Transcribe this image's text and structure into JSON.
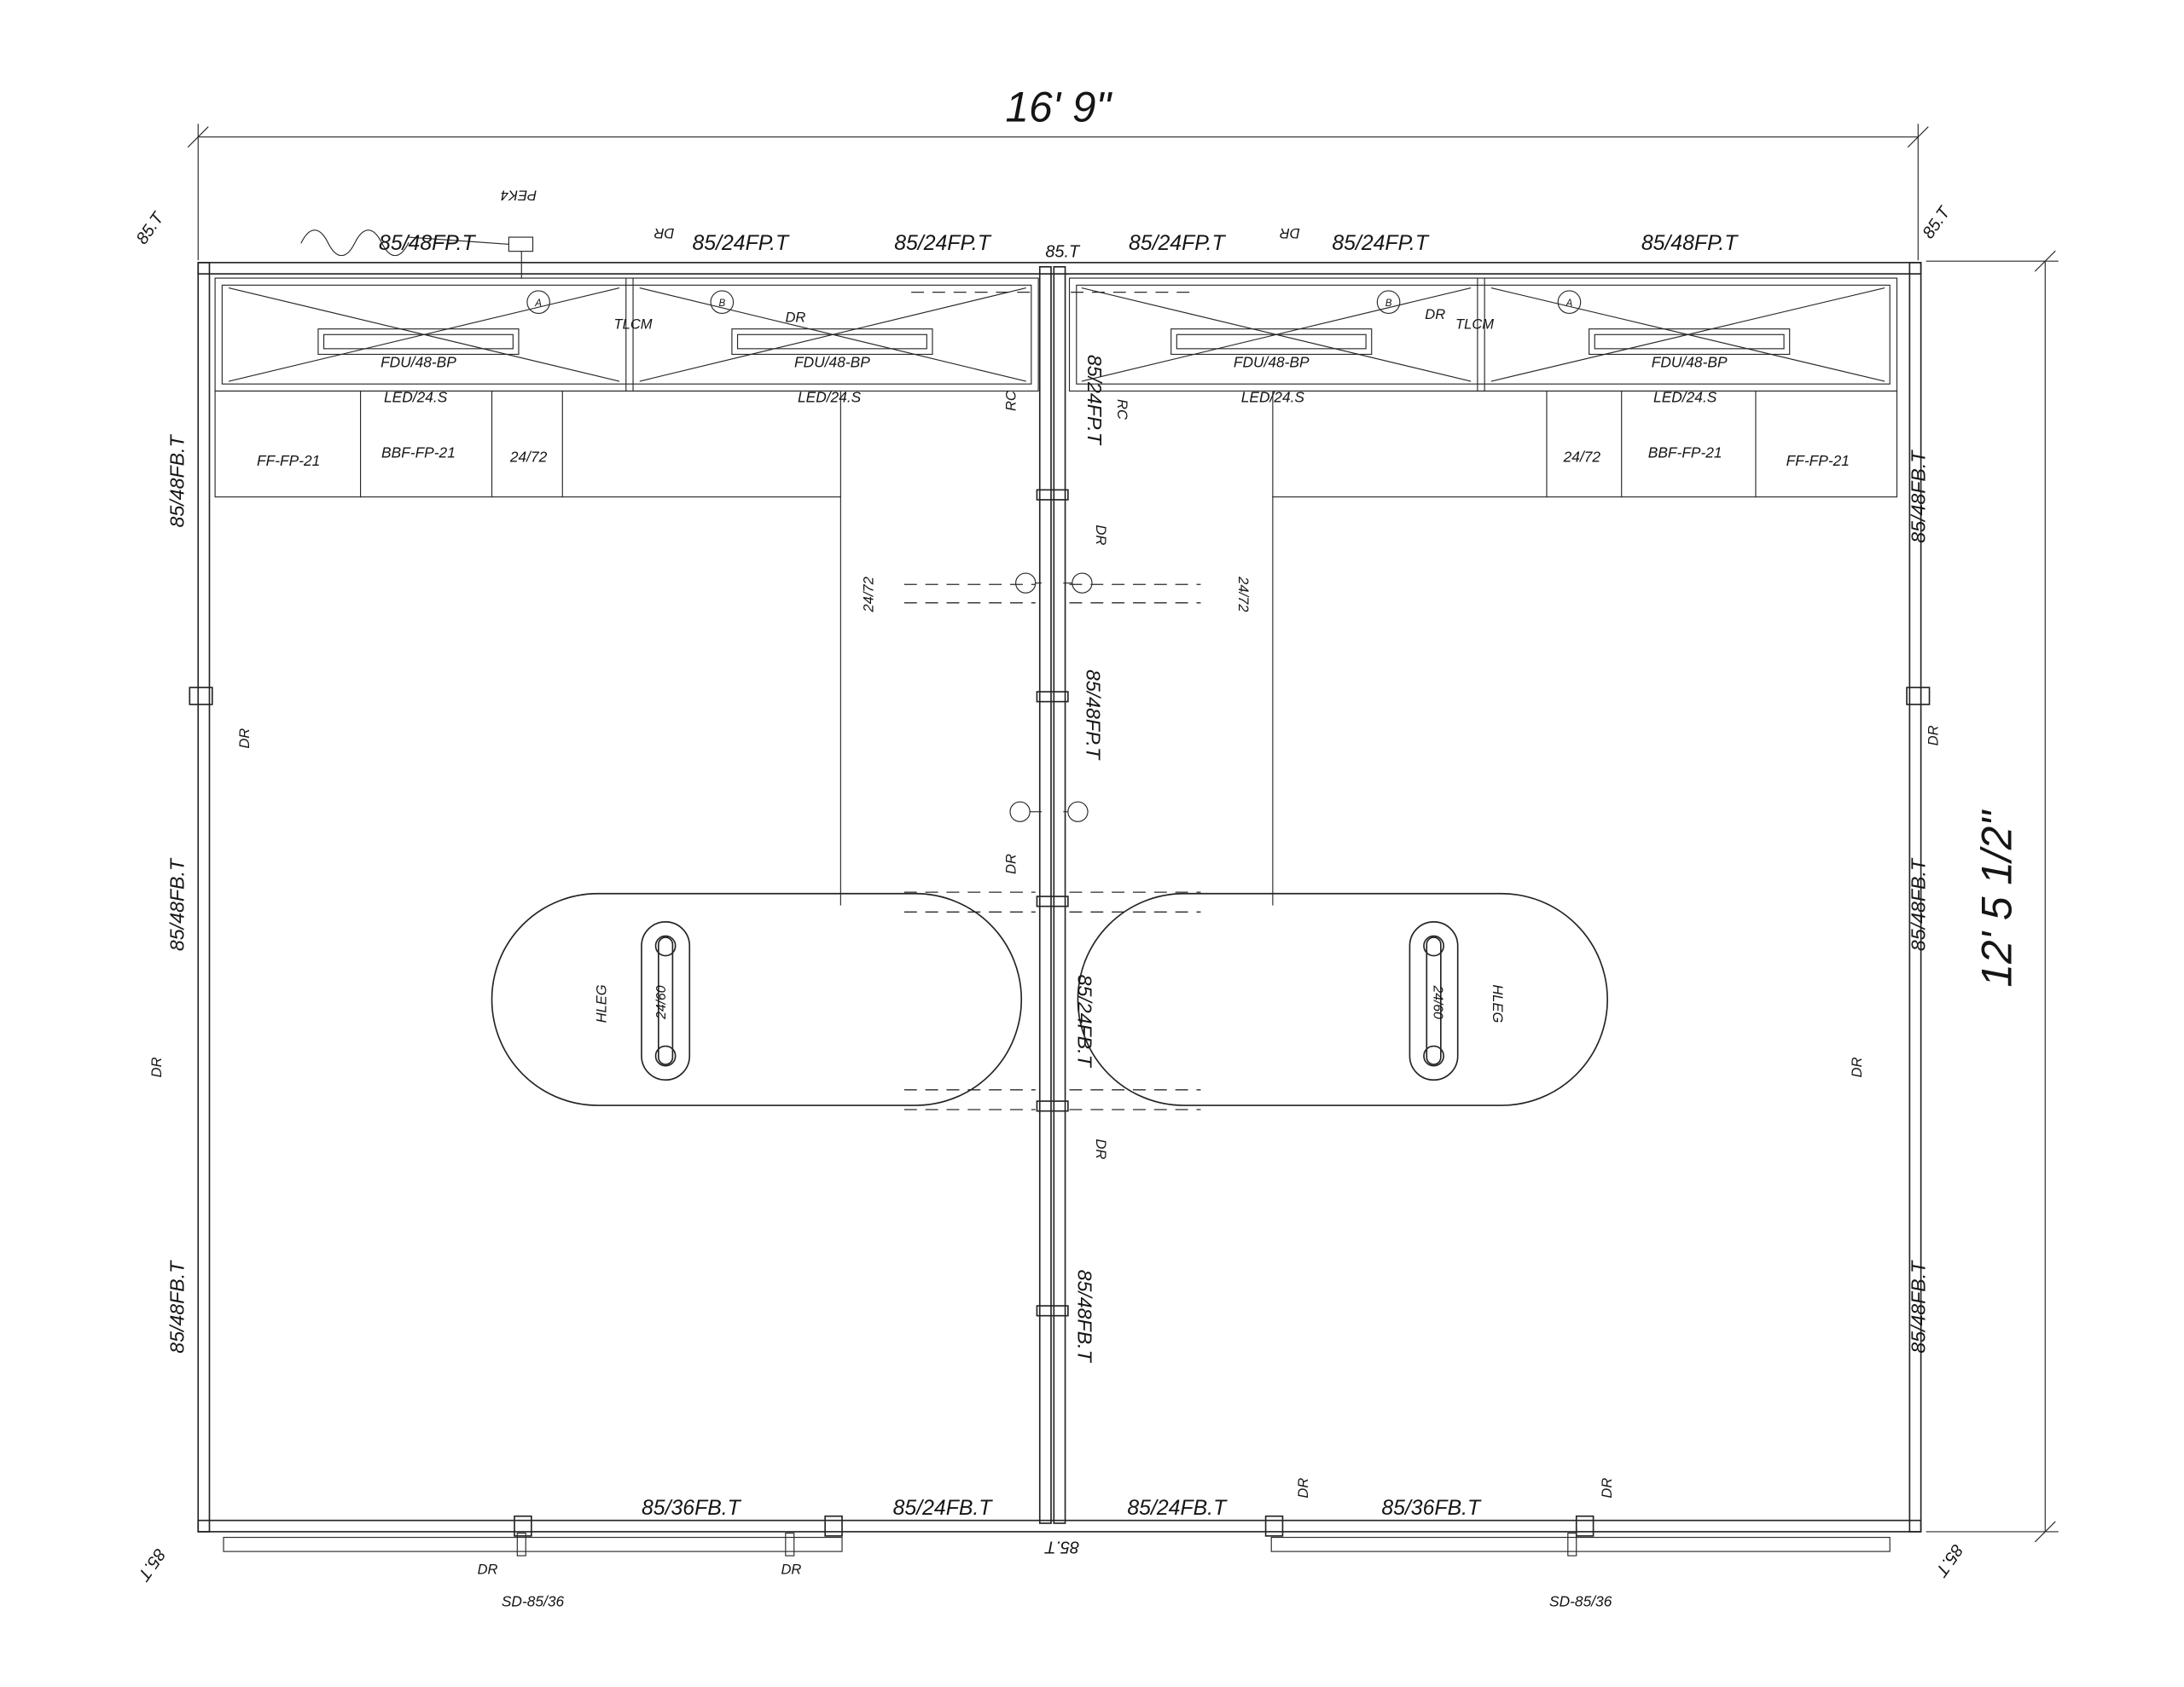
{
  "dimensions": {
    "width": "16' 9\"",
    "height": "12' 5 1/2\""
  },
  "labels": {
    "panel_48fp": "85/48FP.T",
    "panel_24fp": "85/24FP.T",
    "panel_85t": "85.T",
    "panel_48fb": "85/48FB.T",
    "panel_24fb": "85/24FB.T",
    "panel_36fb": "85/36FB.T",
    "overhead_unit": "FDU/48-BP",
    "task_light": "LED/24.S",
    "pedestal_ff": "FF-FP-21",
    "pedestal_bbf": "BBF-FP-21",
    "worksurface_2472": "24/72",
    "worksurface_2460": "24/60",
    "tlcm": "TLCM",
    "dr": "DR",
    "rc": "RC",
    "pek4": "PEK4",
    "hleg": "HLEG",
    "skirt_sd": "SD-85/36",
    "marker_a": "A",
    "marker_b": "B"
  }
}
